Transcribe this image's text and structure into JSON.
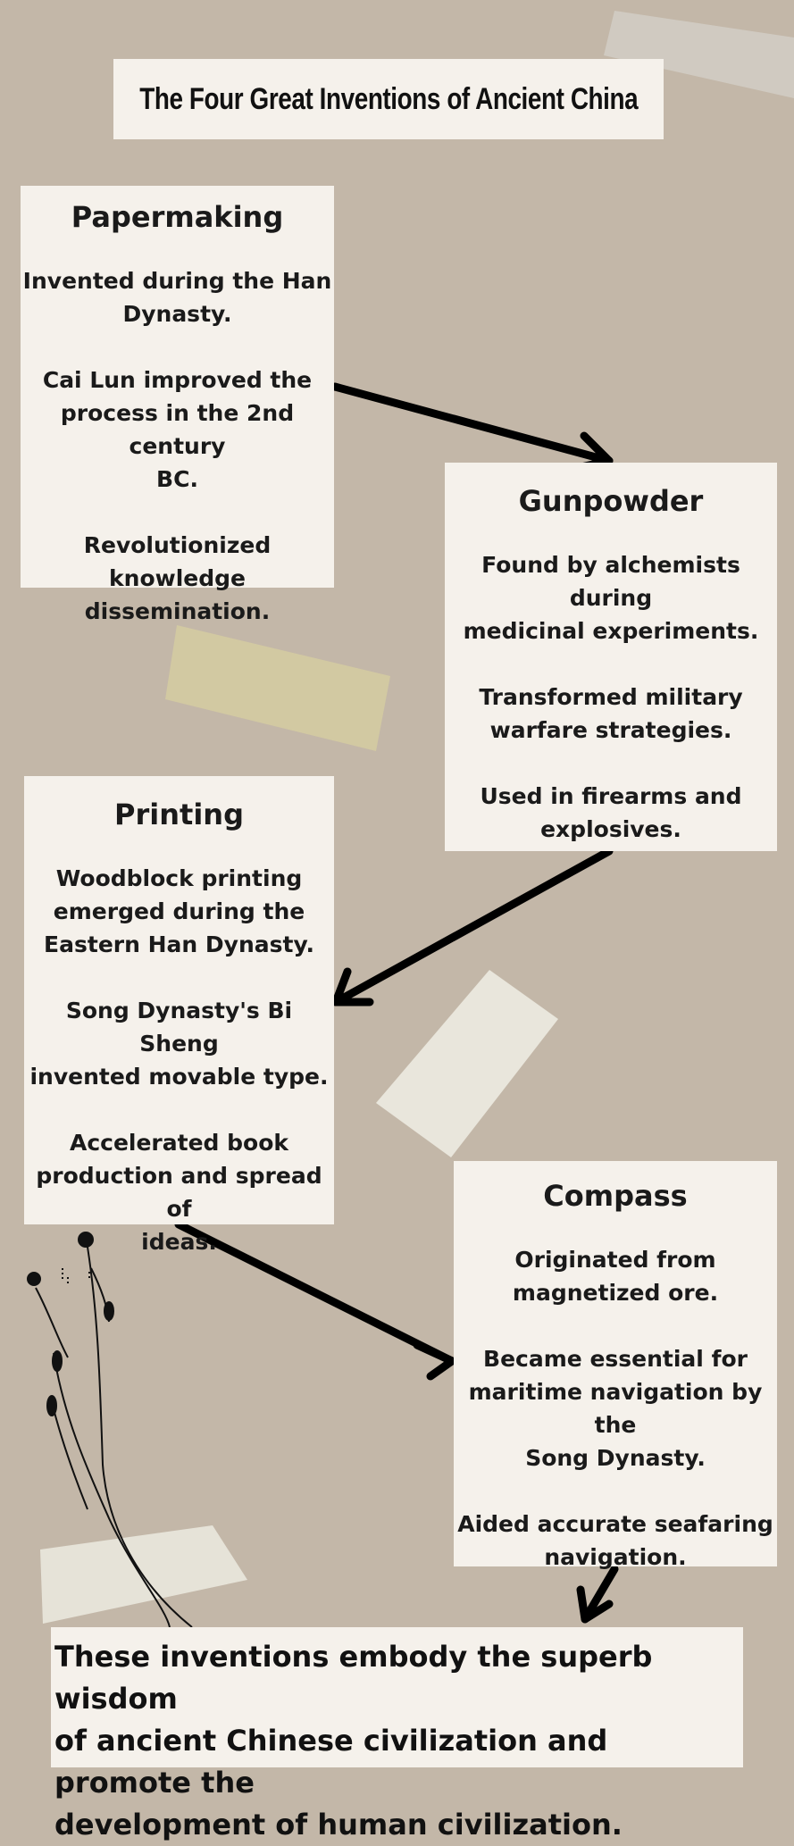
{
  "title": "The Four Great Inventions of Ancient China",
  "cards": {
    "papermaking": {
      "heading": "Papermaking",
      "lines": [
        "Invented during the Han",
        "Dynasty.",
        "Cai Lun improved the",
        "process in the 2nd century",
        "BC.",
        "Revolutionized knowledge",
        "dissemination."
      ]
    },
    "gunpowder": {
      "heading": "Gunpowder",
      "lines": [
        "Found by alchemists during",
        "medicinal experiments.",
        "Transformed military",
        "warfare strategies.",
        "Used in firearms and",
        "explosives."
      ]
    },
    "printing": {
      "heading": "Printing",
      "lines": [
        "Woodblock printing",
        "emerged during the",
        "Eastern Han Dynasty.",
        "Song Dynasty's Bi Sheng",
        "invented movable type.",
        "Accelerated book",
        "production and spread of",
        "ideas."
      ]
    },
    "compass": {
      "heading": "Compass",
      "lines": [
        "Originated from",
        "magnetized ore.",
        "Became essential for",
        "maritime navigation by the",
        "Song Dynasty.",
        "Aided accurate seafaring",
        "navigation."
      ]
    }
  },
  "conclusion": {
    "lines": [
      "These inventions embody the superb wisdom",
      "of ancient Chinese civilization and promote the",
      "development of human civilization."
    ]
  },
  "colors": {
    "background": "#c3b7a8",
    "card": "#f5f1eb",
    "text": "#1a1a1a",
    "arrow": "#000000"
  }
}
